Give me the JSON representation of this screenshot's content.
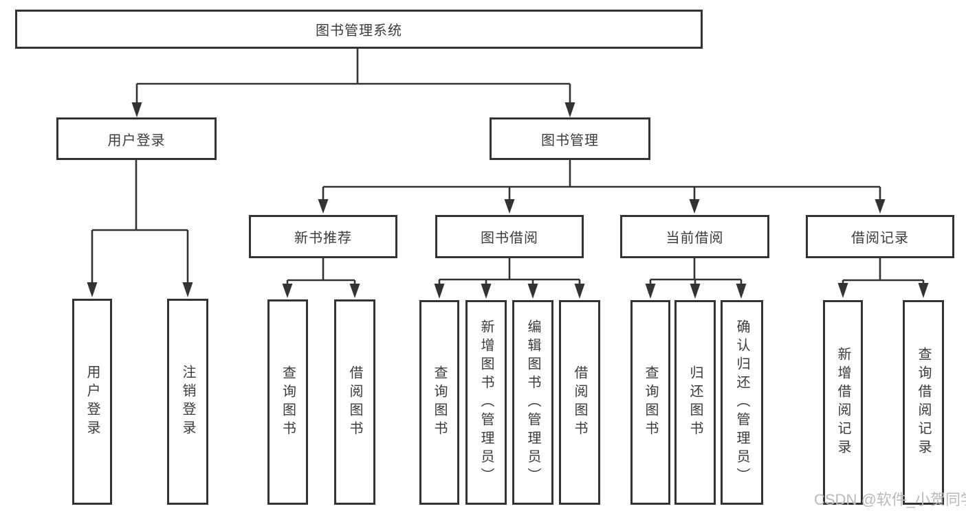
{
  "colors": {
    "line": "#333333",
    "text": "#3b3b3b",
    "watermark": "#b9b9b9",
    "background": "#ffffff"
  },
  "watermark": {
    "text": "CSDN @软件_小贺同学"
  },
  "tree": {
    "root": {
      "label": "图书管理系统"
    },
    "branches": [
      {
        "label": "用户登录",
        "children": [
          {
            "label": "用户登录"
          },
          {
            "label": "注销登录"
          }
        ]
      },
      {
        "label": "图书管理",
        "children": [
          {
            "label": "新书推荐",
            "children": [
              {
                "label": "查询图书"
              },
              {
                "label": "借阅图书"
              }
            ]
          },
          {
            "label": "图书借阅",
            "children": [
              {
                "label": "查询图书"
              },
              {
                "label": "新增图书（管理员）"
              },
              {
                "label": "编辑图书（管理员）"
              },
              {
                "label": "借阅图书"
              }
            ]
          },
          {
            "label": "当前借阅",
            "children": [
              {
                "label": "查询图书"
              },
              {
                "label": "归还图书"
              },
              {
                "label": "确认归还（管理员）"
              }
            ]
          },
          {
            "label": "借阅记录",
            "children": [
              {
                "label": "新增借阅记录"
              },
              {
                "label": "查询借阅记录"
              }
            ]
          }
        ]
      }
    ]
  }
}
